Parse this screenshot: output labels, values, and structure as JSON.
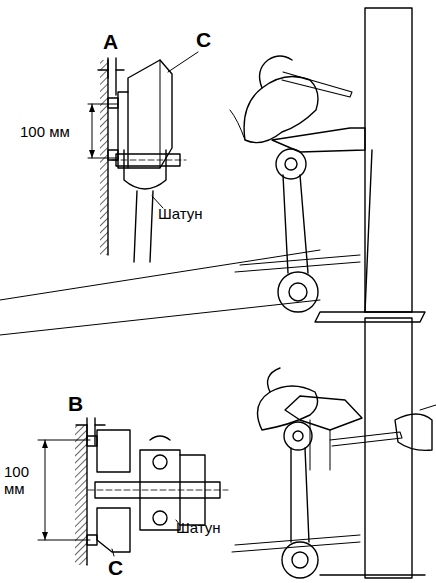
{
  "diagram": {
    "labels": [
      "A",
      "C",
      "100 мм",
      "Шатун",
      "B",
      "100 мм",
      "Шатун",
      "C"
    ]
  }
}
